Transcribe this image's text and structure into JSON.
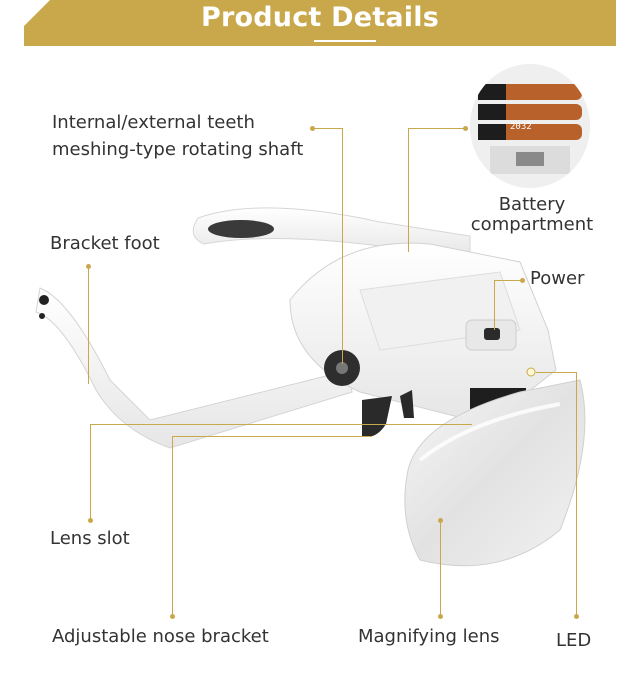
{
  "header": {
    "title": "Product Details"
  },
  "labels": {
    "rotating_shaft": [
      "Internal/external teeth",
      "meshing-type rotating shaft"
    ],
    "bracket_foot": "Bracket foot",
    "lens_slot": "Lens slot",
    "nose_bracket": "Adjustable nose bracket",
    "magnifying_lens": "Magnifying lens",
    "battery": [
      "Battery",
      "compartment"
    ],
    "power": "Power",
    "led": "LED"
  },
  "inset": {
    "battery_print": "2032"
  },
  "colors": {
    "accent": "#c9a84c",
    "text": "#333333",
    "battery_copper": "#b8612a"
  }
}
